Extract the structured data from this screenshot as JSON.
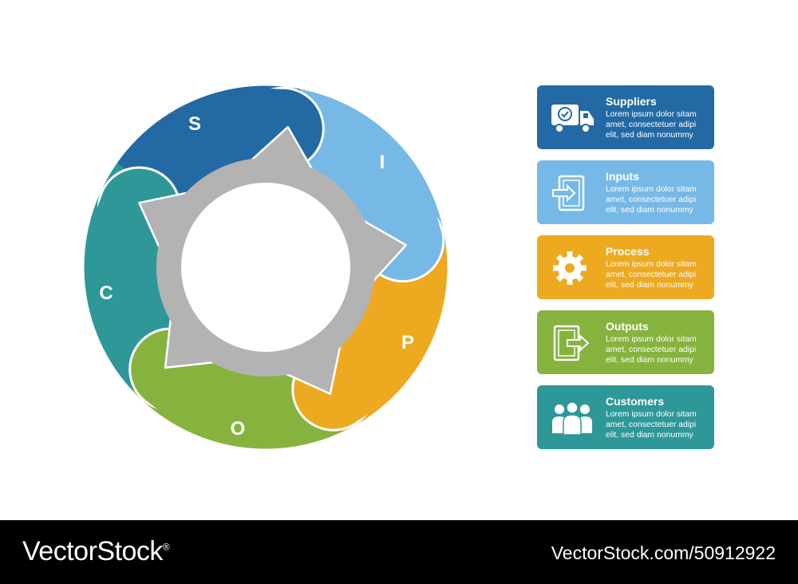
{
  "cycle": {
    "segments": [
      {
        "letter": "S",
        "color": "#236aa5"
      },
      {
        "letter": "I",
        "color": "#77b9e6"
      },
      {
        "letter": "P",
        "color": "#eda920"
      },
      {
        "letter": "O",
        "color": "#86b33e"
      },
      {
        "letter": "C",
        "color": "#2e9899"
      }
    ],
    "gear_color": "#b3b3b3"
  },
  "cards": [
    {
      "title": "Suppliers",
      "description": "Lorem ipsum dolor sitam amet, consectetuer adipi elit, sed diam nonummy",
      "icon": "truck-icon",
      "color": "#236aa5"
    },
    {
      "title": "Inputs",
      "description": "Lorem ipsum dolor sitam amet, consectetuer adipi elit, sed diam nonummy",
      "icon": "input-icon",
      "color": "#77b9e6"
    },
    {
      "title": "Process",
      "description": "Lorem ipsum dolor sitam amet, consectetuer adipi elit, sed diam nonummy",
      "icon": "gear-icon",
      "color": "#eda920"
    },
    {
      "title": "Outputs",
      "description": "Lorem ipsum dolor sitam amet, consectetuer adipi elit, sed diam nonummy",
      "icon": "output-icon",
      "color": "#86b33e"
    },
    {
      "title": "Customers",
      "description": "Lorem ipsum dolor sitam amet, consectetuer adipi elit, sed diam nonummy",
      "icon": "people-icon",
      "color": "#2e9899"
    }
  ],
  "footer": {
    "brand": "VectorStock",
    "brand_mark": "®",
    "stock_id": "VectorStock.com/50912922"
  }
}
